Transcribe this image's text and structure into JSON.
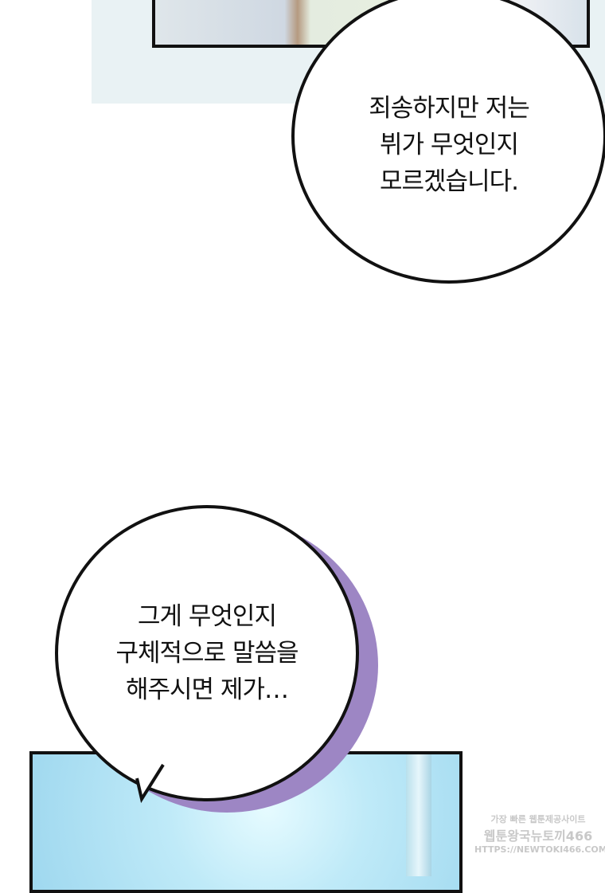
{
  "bubbles": [
    {
      "lines": [
        "죄송하지만 저는",
        "뷔가 무엇인지",
        "모르겠습니다."
      ]
    },
    {
      "lines": [
        "그게 무엇인지",
        "구체적으로 말씀을",
        "해주시면 제가…"
      ]
    }
  ],
  "watermark": {
    "line1": "가장 빠른 웹툰제공사이트",
    "line2": "웹툰왕국뉴토끼466",
    "line3": "HTTPS://NEWTOKI466.COM"
  },
  "colors": {
    "bubble_shadow": "#9d86c4",
    "panel_bg": "#e9f2f4"
  }
}
